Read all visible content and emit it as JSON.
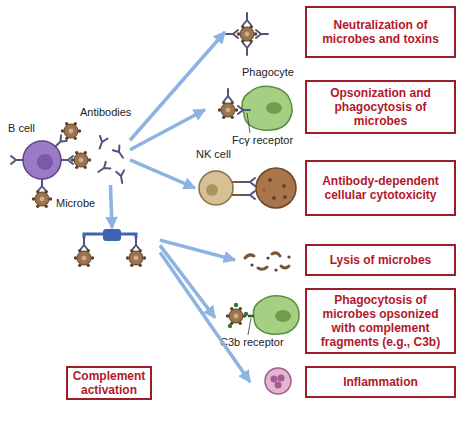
{
  "diagram": {
    "nodes": [
      {
        "text": [
          "B cell"
        ]
      },
      {
        "text": [
          "Neutralization of microbes and toxins"
        ]
      },
      {
        "text": [
          "Opsonization and phagocytosis of microbes"
        ]
      },
      {
        "text": [
          "Antibody-dependent cellular cytotoxicity"
        ]
      },
      {
        "text": [
          "Complement activation"
        ]
      },
      {
        "text": [
          "Lysis of microbes"
        ]
      },
      {
        "text": [
          "Phagocytosis of microbes opsonized with complement fragments (e.g., C3b)"
        ]
      },
      {
        "text": [
          "Inflammation"
        ]
      }
    ],
    "edges": [
      {
        "from": 0,
        "to": 1,
        "arrow": "to"
      },
      {
        "from": 0,
        "to": 2,
        "arrow": "to"
      },
      {
        "from": 0,
        "to": 3,
        "arrow": "to"
      },
      {
        "from": 0,
        "to": 4,
        "arrow": "to"
      },
      {
        "from": 4,
        "to": 5,
        "arrow": "to"
      },
      {
        "from": 4,
        "to": 6,
        "arrow": "to"
      },
      {
        "from": 4,
        "to": 7,
        "arrow": "to"
      }
    ],
    "labels": [
      "Antibodies",
      "Microbe",
      "Phagocyte",
      "Fcγ receptor",
      "NK cell",
      "C3b receptor"
    ]
  }
}
